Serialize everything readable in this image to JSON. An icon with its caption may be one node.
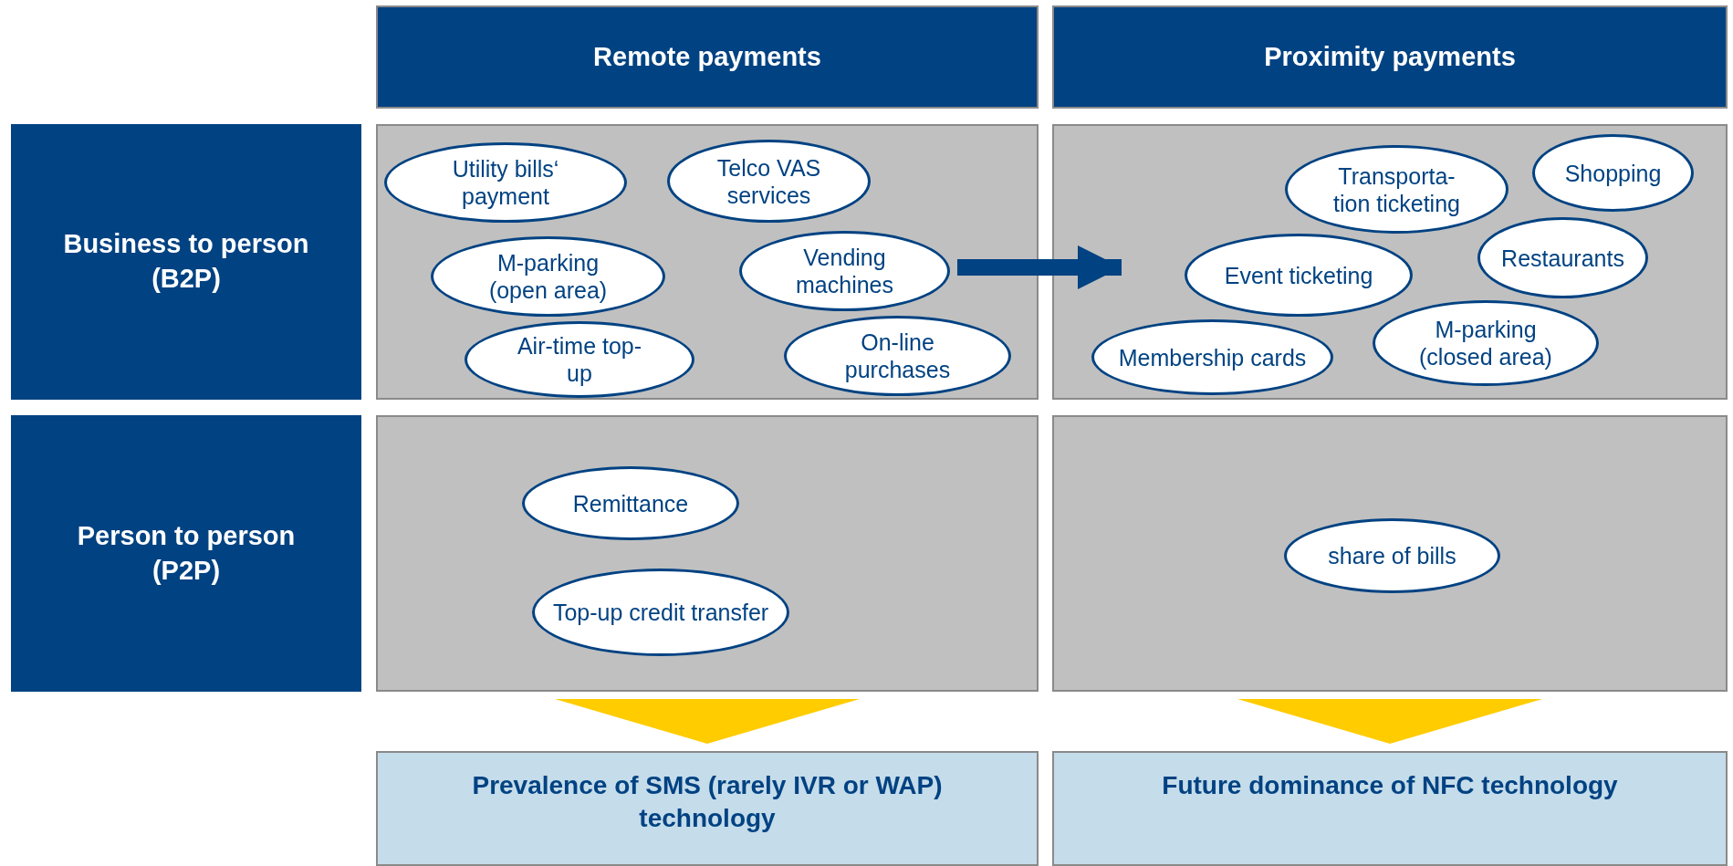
{
  "diagram": {
    "nodes": [
      {
        "text": [
          "Remote payments"
        ]
      },
      {
        "text": [
          "Proximity payments"
        ]
      },
      {
        "text": [
          "Business to person (B2P)"
        ]
      },
      {
        "text": [],
        "shape": "box"
      },
      {
        "text": [
          "Utility bills‘ payment"
        ],
        "in": 3
      },
      {
        "text": [
          "Telco VAS services"
        ],
        "in": 3
      },
      {
        "text": [
          "M-parking (open area)"
        ],
        "in": 3
      },
      {
        "text": [
          "Vending machines"
        ],
        "in": 3
      },
      {
        "text": [
          "Air-time top-up"
        ],
        "in": 3
      },
      {
        "text": [
          "On-line purchases"
        ],
        "in": 3
      },
      {
        "text": [],
        "shape": "box"
      },
      {
        "text": [
          "Transporta- tion ticketing"
        ],
        "in": 10
      },
      {
        "text": [
          "Shopping"
        ],
        "in": 10
      },
      {
        "text": [
          "Event ticketing"
        ],
        "in": 10
      },
      {
        "text": [
          "Restaurants"
        ],
        "in": 10
      },
      {
        "text": [
          "Membership cards"
        ],
        "in": 10
      },
      {
        "text": [
          "M-parking (closed area)"
        ],
        "in": 10
      },
      {
        "text": [
          "Person to person (P2P)"
        ]
      },
      {
        "text": [],
        "shape": "box"
      },
      {
        "text": [
          "Remittance"
        ],
        "in": 18
      },
      {
        "text": [
          "Top-up credit transfer"
        ],
        "in": 18
      },
      {
        "text": [],
        "shape": "box"
      },
      {
        "text": [
          "share of bills"
        ],
        "in": 21
      },
      {
        "text": [
          "Prevalence of SMS (rarely IVR or WAP) technology"
        ]
      },
      {
        "text": [
          "Future dominance of NFC technology"
        ]
      }
    ],
    "edges": [
      {
        "from": 7,
        "to": 10,
        "arrow": "to",
        "color": "#004282"
      },
      {
        "from": 18,
        "to": 23,
        "arrow": "to",
        "color": "#ffcc00"
      },
      {
        "from": 21,
        "to": 24,
        "arrow": "to",
        "color": "#ffcc00"
      }
    ]
  }
}
